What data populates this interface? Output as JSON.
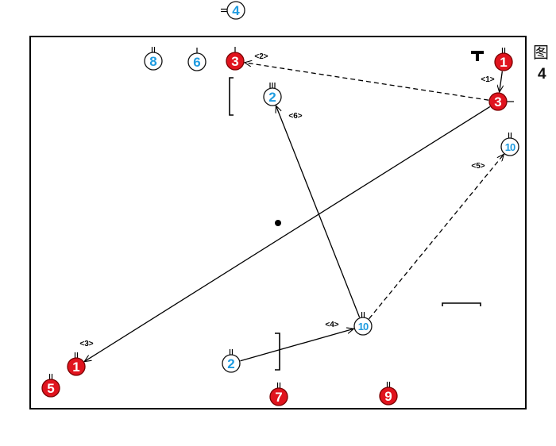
{
  "figure": {
    "label": "图",
    "number": "4"
  },
  "colors": {
    "red_team": "#e0141e",
    "blue_team": "#1e9be0",
    "line": "#000000"
  },
  "players": [
    {
      "id": "blue-4-top",
      "team": "blue",
      "number": "4",
      "marks": 2,
      "mark_dir": "left"
    },
    {
      "id": "blue-8",
      "team": "blue",
      "number": "8",
      "marks": 2,
      "mark_dir": "up"
    },
    {
      "id": "blue-6",
      "team": "blue",
      "number": "6",
      "marks": 1,
      "mark_dir": "up"
    },
    {
      "id": "red-3-top",
      "team": "red",
      "number": "3",
      "marks": 1,
      "mark_dir": "up"
    },
    {
      "id": "red-1-top",
      "team": "red",
      "number": "1",
      "marks": 2,
      "mark_dir": "up"
    },
    {
      "id": "red-3-right",
      "team": "red",
      "number": "3",
      "marks": 1,
      "mark_dir": "right"
    },
    {
      "id": "blue-2-top",
      "team": "blue",
      "number": "2",
      "marks": 3,
      "mark_dir": "up"
    },
    {
      "id": "blue-10-right",
      "team": "blue",
      "number": "10",
      "marks": 2,
      "mark_dir": "up"
    },
    {
      "id": "blue-10-bottom",
      "team": "blue",
      "number": "10",
      "marks": 2,
      "mark_dir": "up"
    },
    {
      "id": "red-1-bottom",
      "team": "red",
      "number": "1",
      "marks": 2,
      "mark_dir": "up"
    },
    {
      "id": "red-5",
      "team": "red",
      "number": "5",
      "marks": 2,
      "mark_dir": "up"
    },
    {
      "id": "blue-2-bottom",
      "team": "blue",
      "number": "2",
      "marks": 2,
      "mark_dir": "up"
    },
    {
      "id": "red-7",
      "team": "red",
      "number": "7",
      "marks": 2,
      "mark_dir": "up"
    },
    {
      "id": "red-9",
      "team": "red",
      "number": "9",
      "marks": 2,
      "mark_dir": "up"
    }
  ],
  "movements": [
    {
      "step": "<1>",
      "from": "red-1-top",
      "to": "red-3-right",
      "style": "solid"
    },
    {
      "step": "<2>",
      "from": "red-3-right",
      "to": "red-3-top",
      "style": "dashed"
    },
    {
      "step": "<3>",
      "from": "red-3-right",
      "to": "red-1-bottom",
      "style": "solid"
    },
    {
      "step": "<4>",
      "from": "blue-2-bottom",
      "to": "blue-10-bottom",
      "style": "solid"
    },
    {
      "step": "<5>",
      "from": "blue-10-bottom",
      "to": "blue-10-right",
      "style": "dashed"
    },
    {
      "step": "<6>",
      "from": "blue-10-bottom",
      "to": "blue-2-top",
      "style": "solid"
    }
  ],
  "markers": [
    "ball",
    "T-marker",
    "screen-blue-2-top",
    "screen-blue-2-bottom",
    "screen-bottom-right"
  ]
}
